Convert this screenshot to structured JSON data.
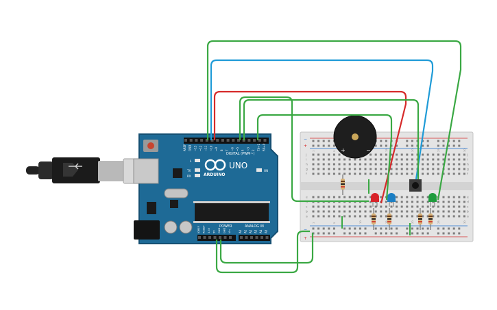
{
  "board": {
    "brand": "ARDUINO",
    "model": "UNO",
    "digital_label": "DIGITAL (PWM~)",
    "power_label": "POWER",
    "analog_label": "ANALOG IN",
    "on_label": "ON",
    "led_l": "L",
    "led_tx": "TX",
    "led_rx": "RX",
    "digital_pins": [
      "AREF",
      "GND",
      "~13",
      "~12",
      "~11",
      "~10",
      "~9",
      "8",
      "7",
      "~6",
      "~5",
      "4",
      "~3",
      "2",
      "TX→1",
      "RX←0"
    ],
    "power_pins": [
      "IOREF",
      "RESET",
      "3.3V",
      "5V",
      "GND",
      "GND",
      "Vin"
    ],
    "analog_pins": [
      "A0",
      "A1",
      "A2",
      "A3",
      "A4",
      "A5"
    ]
  },
  "breadboard": {
    "top_numbers": [
      "1",
      "",
      "",
      "",
      "5",
      "",
      "",
      "",
      "",
      "10",
      "",
      "",
      "",
      "",
      "15",
      "",
      "",
      "",
      "",
      "20",
      "",
      "",
      "",
      "",
      "25",
      "",
      "",
      "",
      "",
      "30"
    ],
    "row_letters_top": [
      "j",
      "i",
      "h",
      "g",
      "f"
    ],
    "row_letters_bottom": [
      "e",
      "d",
      "c",
      "b",
      "a"
    ],
    "plus": "+",
    "minus": "−"
  },
  "components": {
    "buzzer_plus": "+",
    "buzzer_minus": "−"
  },
  "colors": {
    "board": "#1e6a96",
    "board_dark": "#17577c",
    "wire_green": "#3aa843",
    "wire_red": "#d62a2a",
    "wire_blue": "#1f9bd7",
    "led_red": "#d8232a",
    "led_blue": "#1b7fc4",
    "led_green": "#1e9c3c"
  }
}
